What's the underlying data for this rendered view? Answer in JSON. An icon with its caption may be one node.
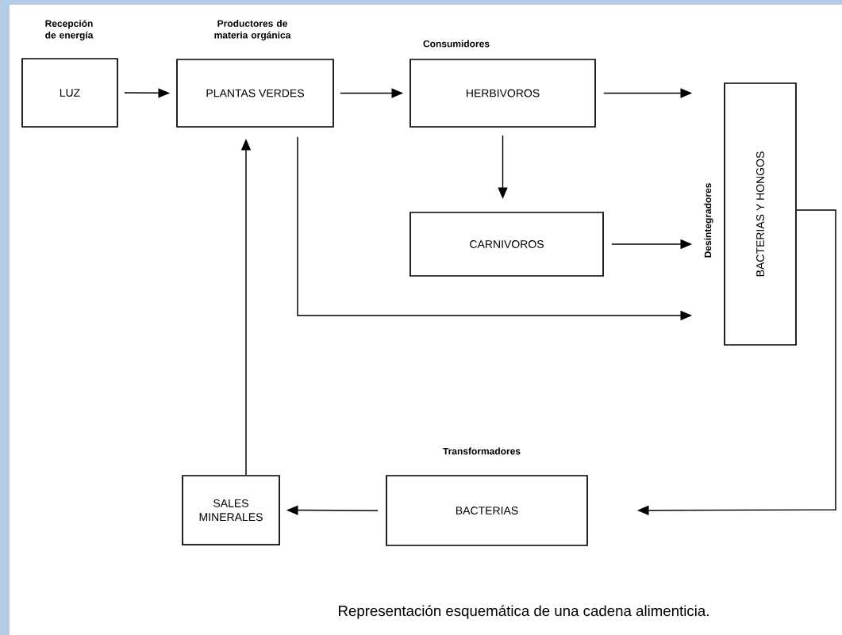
{
  "diagram": {
    "caption": "Representación esquemática de una cadena alimenticia.",
    "nodes": [
      {
        "text": [
          "LUZ"
        ],
        "beside": [
          "Recepción de energía"
        ]
      },
      {
        "text": [
          "PLANTAS VERDES"
        ],
        "beside": [
          "Productores de materia orgánica"
        ]
      },
      {
        "text": [
          "HERBIVOROS"
        ],
        "beside": [
          "Consumidores"
        ]
      },
      {
        "text": [
          "CARNIVOROS"
        ]
      },
      {
        "text": [
          "BACTERIAS Y HONGOS"
        ],
        "beside": [
          "Desintegradores"
        ]
      },
      {
        "text": [
          "SALES MINERALES"
        ]
      },
      {
        "text": [
          "BACTERIAS"
        ],
        "beside": [
          "Transformadores"
        ]
      }
    ],
    "edges": [
      {
        "from": 0,
        "to": 1,
        "arrow": "to"
      },
      {
        "from": 1,
        "to": 2,
        "arrow": "to"
      },
      {
        "from": 2,
        "to": 4,
        "arrow": "to"
      },
      {
        "from": 2,
        "to": 3,
        "arrow": "to"
      },
      {
        "from": 3,
        "to": 4,
        "arrow": "to"
      },
      {
        "from": 1,
        "to": 4,
        "arrow": "to"
      },
      {
        "from": 4,
        "to": 6,
        "arrow": "to"
      },
      {
        "from": 6,
        "to": 5,
        "arrow": "to"
      },
      {
        "from": 5,
        "to": 1,
        "arrow": "to"
      }
    ]
  }
}
